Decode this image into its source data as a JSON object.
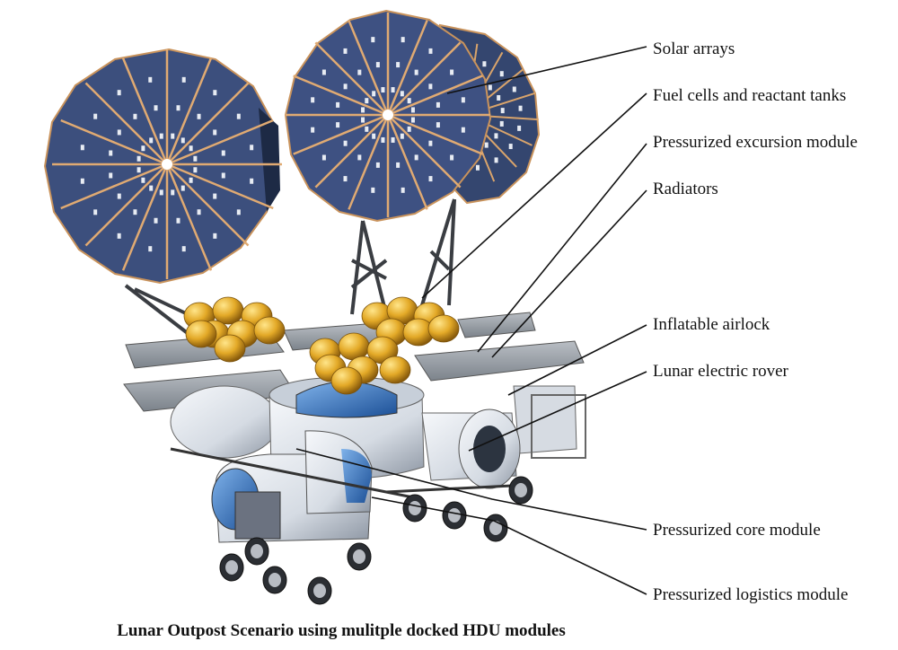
{
  "labels": [
    {
      "id": "solar-arrays",
      "text": "Solar arrays"
    },
    {
      "id": "fuel-cells",
      "text": "Fuel cells and reactant tanks"
    },
    {
      "id": "excursion-module",
      "text": "Pressurized excursion module"
    },
    {
      "id": "radiators",
      "text": "Radiators"
    },
    {
      "id": "inflatable-airlock",
      "text": "Inflatable airlock"
    },
    {
      "id": "electric-rover",
      "text": "Lunar electric rover"
    },
    {
      "id": "core-module",
      "text": "Pressurized core module"
    },
    {
      "id": "logistics-module",
      "text": "Pressurized logistics module"
    }
  ],
  "caption": "Lunar Outpost Scenario using mulitple docked HDU modules",
  "colors": {
    "panel_blue": "#3c4f7d",
    "panel_rib": "#d9a46b",
    "tank_gold": "#e3a927",
    "module_white": "#e4e8ee",
    "module_blue": "#2f6fbf",
    "radiator_gray": "#9aa0a7"
  }
}
